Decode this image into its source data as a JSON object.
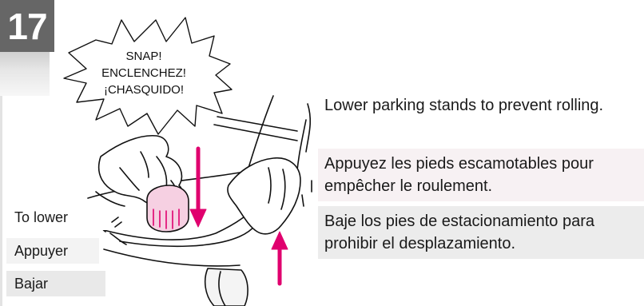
{
  "step": {
    "number": "17"
  },
  "burst": {
    "line1": "SNAP!",
    "line2": "ENCLENCHEZ!",
    "line3": "¡CHASQUIDO!"
  },
  "labels": {
    "english": "To lower",
    "french": "Appuyer",
    "spanish": "Bajar"
  },
  "instructions": {
    "english": "Lower parking stands to prevent rolling.",
    "french": "Appuyez les pieds escamotables pour empêcher le roulement.",
    "spanish": "Baje los pies de estacionamiento para prohibir el desplazamiento."
  },
  "colors": {
    "step_tab": "#666666",
    "arrow_accent": "#e0006e"
  }
}
